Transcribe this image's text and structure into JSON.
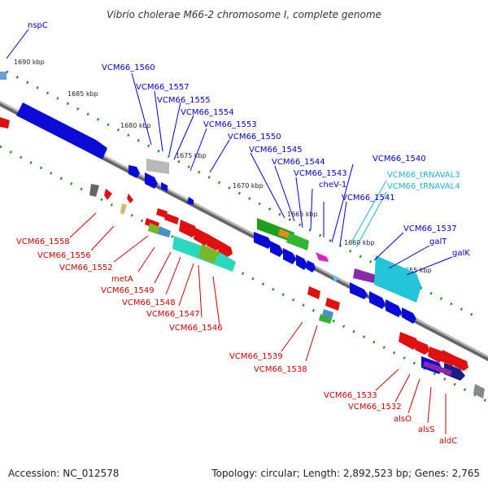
{
  "map": {
    "title": "Vibrio cholerae M66-2 chromosome I, complete genome",
    "accession_text": "Accession: NC_012578",
    "topology_text": "Topology: circular; Length: 2,892,523 bp; Genes: 2,765",
    "ticks": [
      "1690 kbp",
      "1685 kbp",
      "1680 kbp",
      "1675 kbp",
      "1670 kbp",
      "1665 kbp",
      "1660 kbp",
      "1655 kbp"
    ],
    "blue_labels": [
      "nspC",
      "VCM66_1560",
      "VCM66_1557",
      "VCM66_1555",
      "VCM66_1554",
      "VCM66_1553",
      "VCM66_1550",
      "VCM66_1545",
      "VCM66_1544",
      "VCM66_1543",
      "cheV-1",
      "VCM66_1541",
      "VCM66_1540",
      "VCM66_1537",
      "galT",
      "galK"
    ],
    "cyan_labels": [
      "VCM66_tRNAVAL3",
      "VCM66_tRNAVAL4"
    ],
    "red_labels": [
      "VCM66_1558",
      "VCM66_1556",
      "VCM66_1552",
      "metA",
      "VCM66_1549",
      "VCM66_1548",
      "VCM66_1547",
      "VCM66_1546",
      "VCM66_1539",
      "VCM66_1538",
      "VCM66_1533",
      "VCM66_1532",
      "alsO",
      "alsS",
      "aldC"
    ]
  }
}
